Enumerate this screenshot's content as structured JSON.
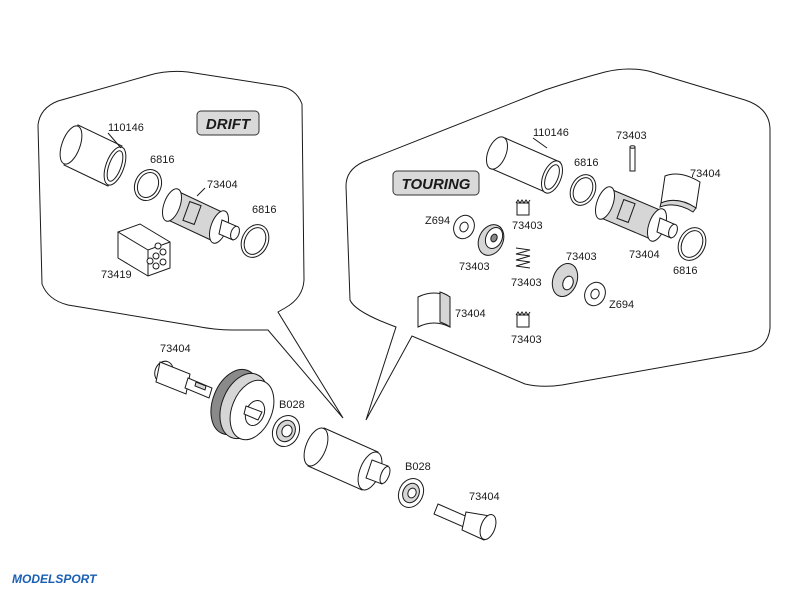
{
  "sections": {
    "drift": "DRIFT",
    "touring": "TOURING"
  },
  "drift_labels": {
    "can": "110146",
    "oring_small": "6816",
    "diff_body": "73404",
    "oring_large": "6816",
    "holder": "73419"
  },
  "touring_labels": {
    "can": "110146",
    "pin": "73403",
    "oring_small": "6816",
    "cover": "73404",
    "bevel_gear_small_top": "73403",
    "washer_left": "Z694",
    "bevel_gear_left": "73403",
    "spring": "73403",
    "bevel_gear_right": "73403",
    "diff_body": "73404",
    "oring_large": "6816",
    "washer_right": "Z694",
    "shim": "73404",
    "bevel_gear_small_bottom": "73403"
  },
  "main_labels": {
    "output_left": "73404",
    "bearing_left": "B028",
    "bearing_right": "B028",
    "output_right": "73404"
  },
  "brand": "MODELSPORT"
}
